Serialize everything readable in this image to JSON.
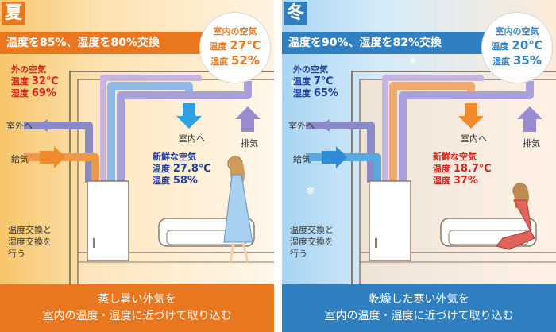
{
  "summer": {
    "season": "夏",
    "headline": "温度を85%、湿度を80%交換",
    "indoor": {
      "title": "室内の空気",
      "temp_label": "温度",
      "temp": "27℃",
      "hum_label": "湿度",
      "hum": "52%"
    },
    "outdoor": {
      "title": "外の空気",
      "temp_label": "温度",
      "temp": "32℃",
      "hum_label": "湿度",
      "hum": "69%"
    },
    "fresh": {
      "title": "新鮮な空気",
      "temp_label": "温度",
      "temp": "27.8℃",
      "hum_label": "湿度",
      "hum": "58%"
    },
    "to_outside": "室外へ",
    "supply": "給気",
    "to_room": "室内へ",
    "exhaust": "排気",
    "unit_note_lines": [
      "温度交換と",
      "湿度交換を",
      "行う"
    ],
    "footer_lines": [
      "蒸し暑い外気を",
      "室内の温度・湿度に近づけて取り込む"
    ],
    "colors": {
      "accent": "#e8771f",
      "badge": "#e8771f",
      "footer": "#e8771f",
      "outdoor_text": "#d9201a",
      "fresh_text": "#1d3f9e"
    }
  },
  "winter": {
    "season": "冬",
    "headline": "温度を90%、湿度を82%交換",
    "indoor": {
      "title": "室内の空気",
      "temp_label": "温度",
      "temp": "20℃",
      "hum_label": "湿度",
      "hum": "35%"
    },
    "outdoor": {
      "title": "外の空気",
      "temp_label": "温度",
      "temp": "7℃",
      "hum_label": "湿度",
      "hum": "65%"
    },
    "fresh": {
      "title": "新鮮な空気",
      "temp_label": "温度",
      "temp": "18.7℃",
      "hum_label": "湿度",
      "hum": "37%"
    },
    "to_outside": "室外へ",
    "supply": "給気",
    "to_room": "室内へ",
    "exhaust": "排気",
    "unit_note_lines": [
      "温度交換と",
      "湿度交換を",
      "行う"
    ],
    "footer_lines": [
      "乾燥した寒い外気を",
      "室内の温度・湿度に近づけて取り込む"
    ],
    "colors": {
      "accent": "#2f7fc1",
      "badge": "#2f7fc1",
      "footer": "#2f7fc1",
      "outdoor_text": "#1d3f9e",
      "fresh_text": "#d9201a"
    }
  }
}
